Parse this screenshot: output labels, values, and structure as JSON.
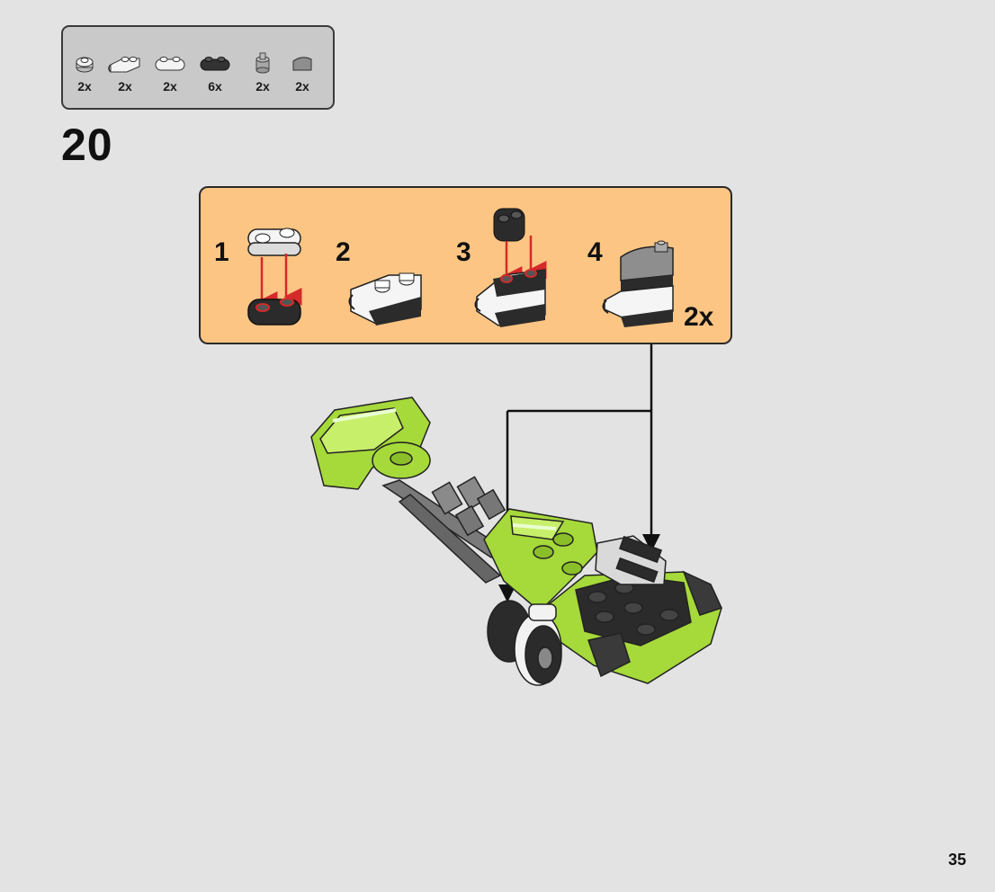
{
  "parts_list": [
    {
      "icon": "round-plate-light-gray-icon",
      "qty": "2x"
    },
    {
      "icon": "plate-with-clip-white-icon",
      "qty": "2x"
    },
    {
      "icon": "plate-1x2-white-icon",
      "qty": "2x"
    },
    {
      "icon": "plate-1x2-black-icon",
      "qty": "6x"
    },
    {
      "icon": "round-brick-light-gray-icon",
      "qty": "2x"
    },
    {
      "icon": "slope-tile-gray-icon",
      "qty": "2x"
    }
  ],
  "step": {
    "number": "20"
  },
  "sub_steps": [
    {
      "label": "1"
    },
    {
      "label": "2"
    },
    {
      "label": "3"
    },
    {
      "label": "4"
    }
  ],
  "sub_assembly_multiplier": "2x",
  "page_number": "35",
  "colors": {
    "background": "#e3e3e3",
    "parts_box": "#c9c9c9",
    "sub_panel": "#fcc583",
    "lime": "#a6d93a",
    "arrow_red": "#d42a2a"
  }
}
